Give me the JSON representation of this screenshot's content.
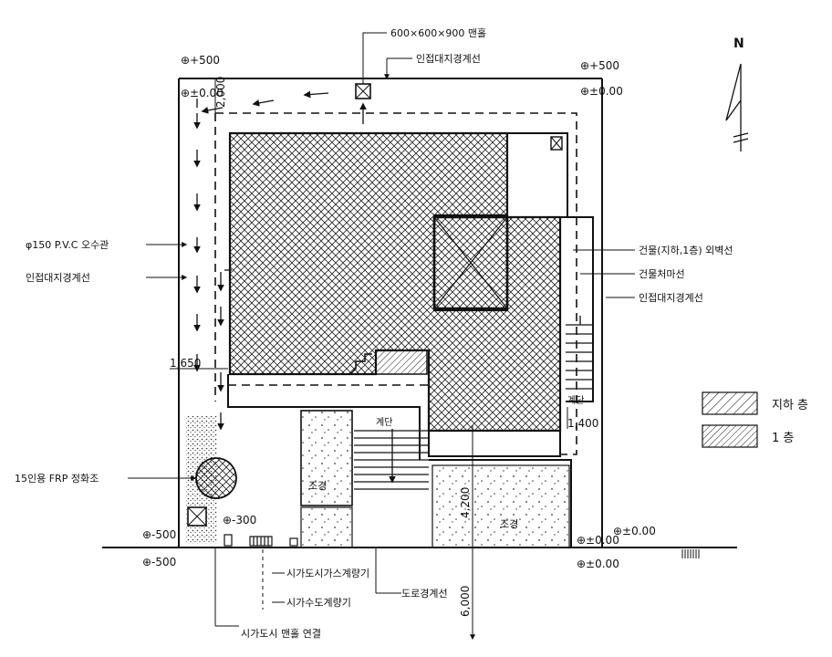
{
  "elevations": {
    "tl_plus": "⊕+500",
    "tl_zero": "⊕±0.00",
    "tr_plus": "⊕+500",
    "tr_zero": "⊕±0.00",
    "bl_level": "⊕-500",
    "bl_level2": "⊕-500",
    "manhole_level": "⊕-300",
    "br_zero1": "⊕±0.00",
    "br_zero2": "⊕±0.00",
    "br_zero3": "⊕±0.00",
    "right_1400": "1,400"
  },
  "dimensions": {
    "top_2000": "2,000",
    "left_1650": "1,650",
    "center_4200": "4,200",
    "bottom_6000": "6,000"
  },
  "labels": {
    "manhole_spec": "600×600×900 맨홀",
    "boundary_top": "인접대지경계선",
    "pvc_pipe": "φ150 P.V.C 오수관",
    "boundary_left": "인접대지경계선",
    "septic": "15인용 FRP 정화조",
    "building_outline": "건물(지하,1층) 외벽선",
    "building_eave": "건물처마선",
    "boundary_right": "인접대지경계선",
    "stair_up": "계단",
    "stair_side": "계단",
    "garden_left": "조경",
    "garden_right": "조경",
    "road_boundary": "도로경계선",
    "meter_1": "시가도시가스계량기",
    "meter_2": "시가수도계량기",
    "meter_3": "시가도시 맨홀 연결",
    "north": "N"
  },
  "legend": {
    "basement": "지하 층",
    "first_floor": "1 층"
  }
}
